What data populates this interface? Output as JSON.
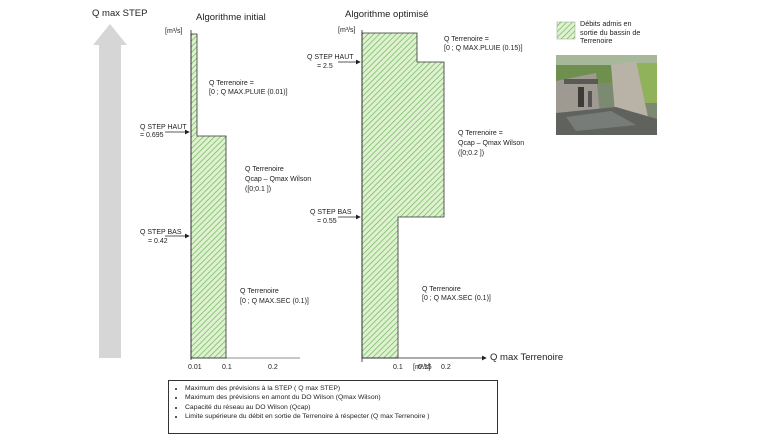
{
  "axes": {
    "y_axis": "Q max STEP",
    "x_axis": "Q max Terrenoire",
    "unit_left": "[m³/s]",
    "unit_right": "[m³/s]",
    "unit_bottom": "[m³/s]"
  },
  "panel_initial": {
    "title": "Algorithme initial",
    "step_haut_label": "Q STEP HAUT",
    "step_haut_value": "= 0.695",
    "step_bas_label": "Q STEP BAS",
    "step_bas_value": "= 0.42",
    "ann_top_1": "Q Terrenoire =",
    "ann_top_2": "[0 ; Q MAX.PLUIE (0.01)]",
    "ann_mid_1": "Q Terrenoire",
    "ann_mid_2": "Qcap – Qmax Wilson",
    "ann_mid_3": "([0;0.1 ])",
    "ann_low_1": "Q Terrenoire",
    "ann_low_2": "[0 ; Q MAX.SEC (0.1)]",
    "x_ticks": [
      "0.01",
      "0.1",
      "0.2"
    ]
  },
  "panel_optimized": {
    "title": "Algorithme optimisé",
    "step_haut_label": "Q STEP HAUT",
    "step_haut_value": "= 2.5",
    "step_bas_label": "Q STEP BAS",
    "step_bas_value": "= 0.55",
    "ann_top_1": "Q Terrenoire =",
    "ann_top_2": "[0 ; Q MAX.PLUIE (0.15)]",
    "ann_mid_1": "Q Terrenoire =",
    "ann_mid_2": "Qcap – Qmax Wilson",
    "ann_mid_3": "([0;0.2 ])",
    "ann_low_1": "Q Terrenoire",
    "ann_low_2": "[0 ; Q MAX.SEC (0.1)]",
    "x_ticks": [
      "0.1",
      "0.15",
      "0.2"
    ]
  },
  "legend": {
    "swatch_label_1": "Débits admis en",
    "swatch_label_2": "sortie du bassin de",
    "swatch_label_3": "Terrenoire",
    "items": [
      "Maximum des prévisions à la STEP ( Q max STEP)",
      "Maximum des prévisions en amont du DO Wilson (Qmax Wilson)",
      "Capacité du réseau au DO Wilson (Qcap)",
      "Limite supérieure du débit en sortie de Terrenoire à réspecter (Q max Terrenoire )"
    ]
  },
  "colors": {
    "hatch_fill": "#d9f0c8",
    "hatch_line": "#5aa34a",
    "arrow_gray": "#d6d6d6"
  }
}
